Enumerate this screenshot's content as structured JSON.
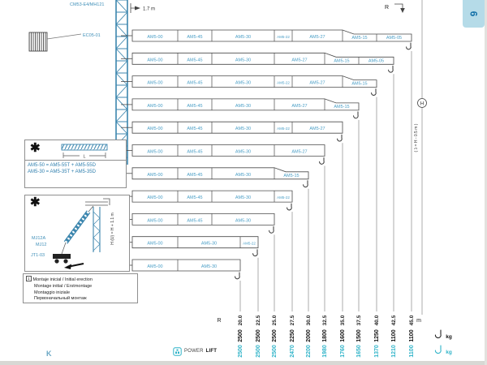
{
  "page": {
    "model_label": "CM53-E4/MH121",
    "tab_number": "6",
    "footer_mark": "K",
    "colors": {
      "tower_blue": "#3c86ae",
      "label_blue": "#4a9ec6",
      "teal": "#2fb3c8"
    }
  },
  "annotations": {
    "tower_offset": "1.7 m",
    "radius_symbol": "R",
    "ballast_label": "EC05-01",
    "height_symbol": "H",
    "height_note": "( ʖ = H - 0.5 m )",
    "unit_m": "m",
    "unit_kg": "kg"
  },
  "note_box1": {
    "asterisk": "✱",
    "dim_label": "L",
    "line1": "AM5-50 = AM5-55T + AM5-55D",
    "line2": "AM5-30 = AM5-35T + AM5-35D"
  },
  "note_box2": {
    "asterisk": "✱",
    "labels": [
      "MJ12A",
      "MJ12",
      "JT1-03"
    ],
    "height_note": "H (U) = H + 1.1 m"
  },
  "legend_box": {
    "ref": "1",
    "lines": [
      "Montaje inicial / Initial erection",
      "Montage initial / Erstmontage",
      "Montaggio iniziale",
      "Первоначальный монтаж"
    ]
  },
  "powerlift": {
    "brand": "POWER",
    "brand_bold": "LIFT"
  },
  "chart_data": {
    "type": "table",
    "title": "Jib configurations and maximum loads vs radius",
    "radius_m": [
      20.0,
      22.5,
      25.0,
      27.5,
      30.0,
      32.5,
      35.0,
      37.5,
      40.0,
      42.5,
      45.0
    ],
    "load_kg": [
      2500,
      2500,
      2500,
      2250,
      2000,
      1800,
      1600,
      1500,
      1250,
      1100,
      1100
    ],
    "load_powerlift_kg": [
      2500,
      2500,
      2500,
      2470,
      2200,
      1980,
      1760,
      1650,
      1370,
      1210,
      1100
    ],
    "unit_radius": "m",
    "unit_load": "kg",
    "jib_configurations": [
      {
        "radius": 45.0,
        "sections": [
          "AM5-00",
          "AM5-45",
          "AM5-30",
          "AM5-22",
          "AM5-27",
          "AM5-15",
          "AM5-05"
        ],
        "taper_from": 5
      },
      {
        "radius": 42.5,
        "sections": [
          "AM5-00",
          "AM5-45",
          "AM5-30",
          "AM5-27",
          "AM5-15",
          "AM5-05"
        ],
        "taper_from": 4
      },
      {
        "radius": 40.0,
        "sections": [
          "AM5-00",
          "AM5-45",
          "AM5-30",
          "AM5-22",
          "AM5-27",
          "AM5-15"
        ],
        "taper_from": 5
      },
      {
        "radius": 37.5,
        "sections": [
          "AM5-00",
          "AM5-45",
          "AM5-30",
          "AM5-27",
          "AM5-15"
        ],
        "taper_from": 4
      },
      {
        "radius": 35.0,
        "sections": [
          "AM5-00",
          "AM5-45",
          "AM5-30",
          "AM5-22",
          "AM5-27"
        ],
        "taper_from": -1
      },
      {
        "radius": 32.5,
        "sections": [
          "AM5-00",
          "AM5-45",
          "AM5-30",
          "AM5-27"
        ],
        "taper_from": -1
      },
      {
        "radius": 30.0,
        "sections": [
          "AM5-00",
          "AM5-45",
          "AM5-30",
          "AM5-15"
        ],
        "taper_from": 3
      },
      {
        "radius": 27.5,
        "sections": [
          "AM5-00",
          "AM5-45",
          "AM5-30",
          "AM5-22"
        ],
        "taper_from": -1
      },
      {
        "radius": 25.0,
        "sections": [
          "AM5-00",
          "AM5-45",
          "AM5-30"
        ],
        "taper_from": -1
      },
      {
        "radius": 22.5,
        "sections": [
          "AM5-00",
          "AM5-30",
          "AM5-22"
        ],
        "taper_from": -1
      },
      {
        "radius": 20.0,
        "sections": [
          "AM5-00",
          "AM5-30"
        ],
        "taper_from": -1
      }
    ]
  }
}
